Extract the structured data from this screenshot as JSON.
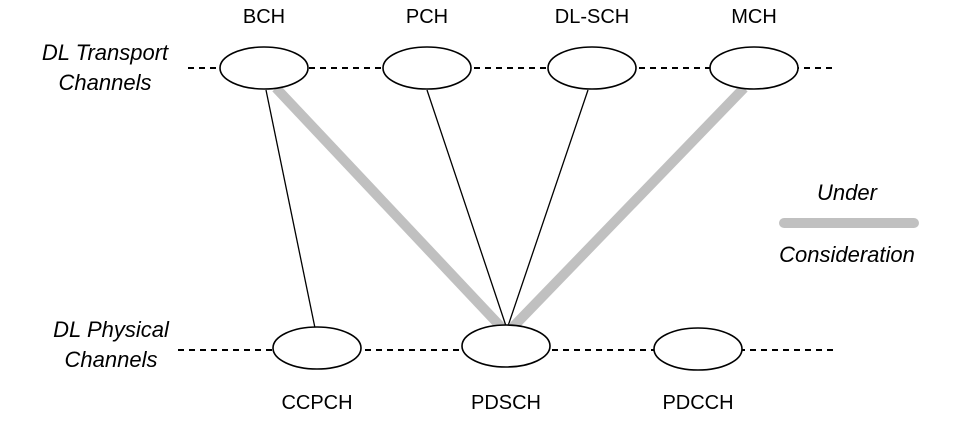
{
  "rows": {
    "transport_label_line1": "DL Transport",
    "transport_label_line2": "Channels",
    "physical_label_line1": "DL Physical",
    "physical_label_line2": "Channels"
  },
  "transport_channels": [
    "BCH",
    "PCH",
    "DL-SCH",
    "MCH"
  ],
  "physical_channels": [
    "CCPCH",
    "PDSCH",
    "PDCCH"
  ],
  "mappings": [
    {
      "from": "BCH",
      "to": "CCPCH",
      "status": "defined"
    },
    {
      "from": "BCH",
      "to": "PDSCH",
      "status": "under-consideration"
    },
    {
      "from": "PCH",
      "to": "PDSCH",
      "status": "defined"
    },
    {
      "from": "DL-SCH",
      "to": "PDSCH",
      "status": "defined"
    },
    {
      "from": "MCH",
      "to": "PDSCH",
      "status": "under-consideration"
    }
  ],
  "legend": {
    "line1": "Under",
    "line2": "Consideration",
    "color": "#c0c0c0"
  },
  "colors": {
    "defined_line": "#000000",
    "consideration_line": "#c0c0c0",
    "node_fill": "#ffffff",
    "node_stroke": "#000000"
  }
}
